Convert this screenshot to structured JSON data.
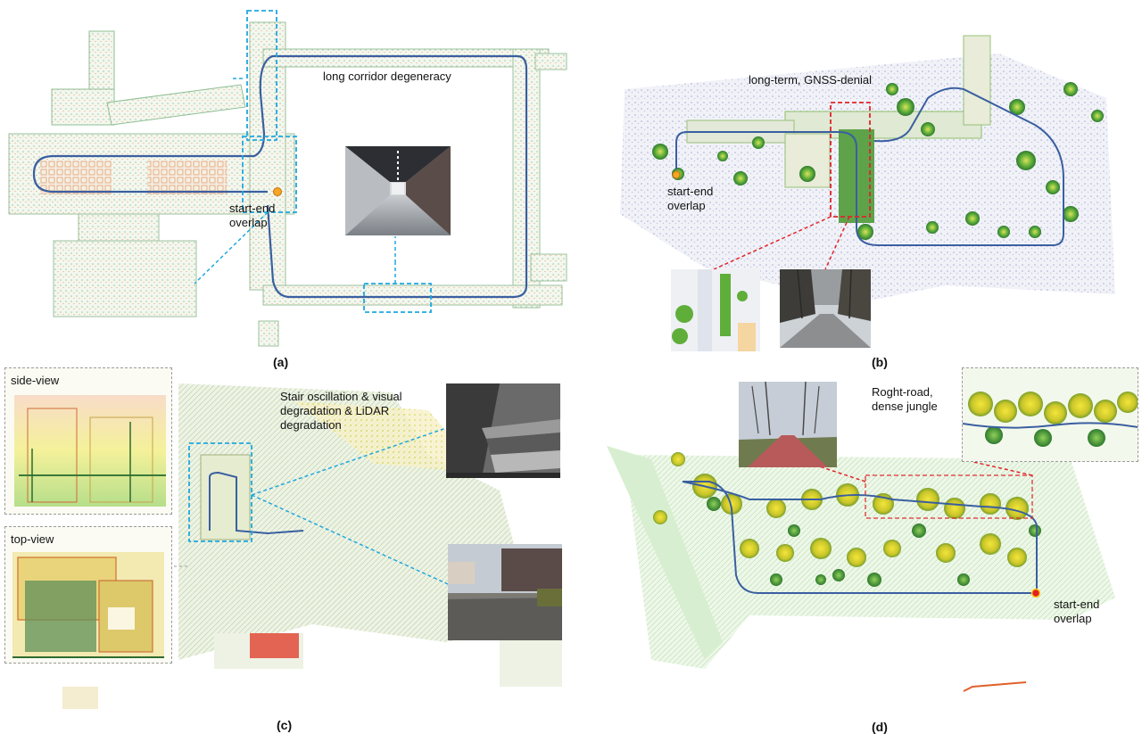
{
  "panels": {
    "a": {
      "caption": "(a)",
      "title": "long corridor degeneracy",
      "marker_label_line1": "start-end",
      "marker_label_line2": "overlap"
    },
    "b": {
      "caption": "(b)",
      "title": "long-term, GNSS-denial",
      "marker_label_line1": "start-end",
      "marker_label_line2": "overlap"
    },
    "c": {
      "caption": "(c)",
      "title_line1": "Stair oscillation & visual",
      "title_line2": "degradation & LiDAR",
      "title_line3": "degradation",
      "side_view_label": "side-view",
      "top_view_label": "top-view"
    },
    "d": {
      "caption": "(d)",
      "title_line1": "Roght-road,",
      "title_line2": "dense jungle",
      "marker_label_line1": "start-end",
      "marker_label_line2": "overlap"
    }
  },
  "colors": {
    "trajectory": "#3a5fa0",
    "cyan_box": "#1fa8e0",
    "red_box": "#e0242a",
    "marker_orange": "#f5a623",
    "marker_red": "#e4201f",
    "inset_border": "#9a9a9a"
  }
}
